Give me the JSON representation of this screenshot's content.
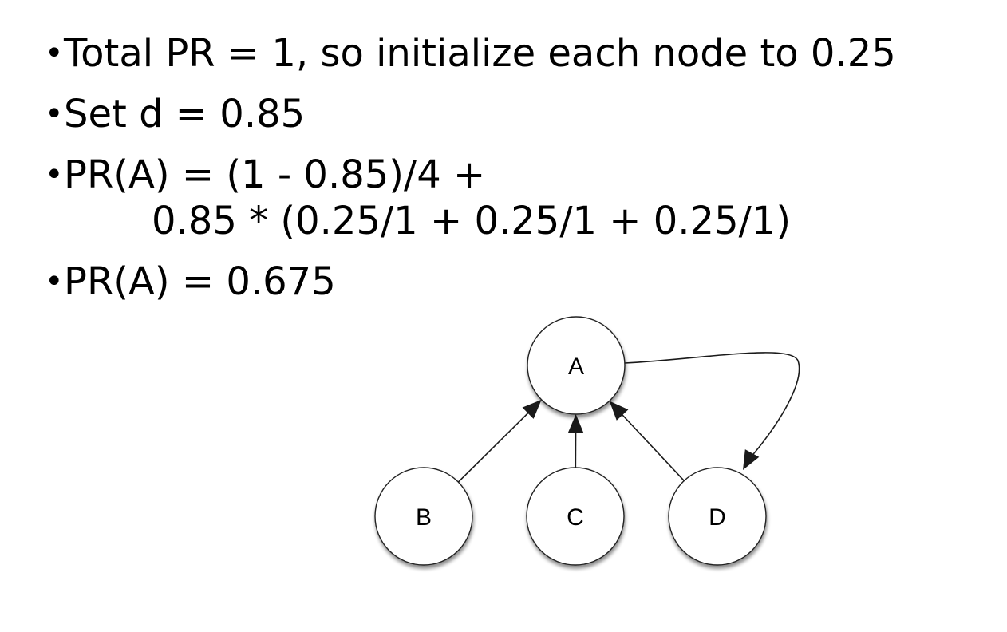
{
  "bullets": [
    {
      "text": "Total PR = 1, so initialize each node to 0.25"
    },
    {
      "text": "Set d = 0.85"
    },
    {
      "text": "PR(A) = (1 - 0.85)/4 +",
      "continuation": "0.85 * (0.25/1 + 0.25/1 + 0.25/1)"
    },
    {
      "text": "PR(A) = 0.675"
    }
  ],
  "bullet_symbol": "•",
  "graph": {
    "nodes": [
      {
        "id": "A",
        "label": "A"
      },
      {
        "id": "B",
        "label": "B"
      },
      {
        "id": "C",
        "label": "C"
      },
      {
        "id": "D",
        "label": "D"
      }
    ],
    "edges": [
      {
        "from": "B",
        "to": "A"
      },
      {
        "from": "C",
        "to": "A"
      },
      {
        "from": "D",
        "to": "A"
      },
      {
        "from": "A",
        "to": "D"
      }
    ],
    "colors": {
      "node_fill": "#ffffff",
      "node_stroke": "#222222",
      "edge": "#1a1a1a",
      "shadow": "#9a9a9a"
    }
  }
}
